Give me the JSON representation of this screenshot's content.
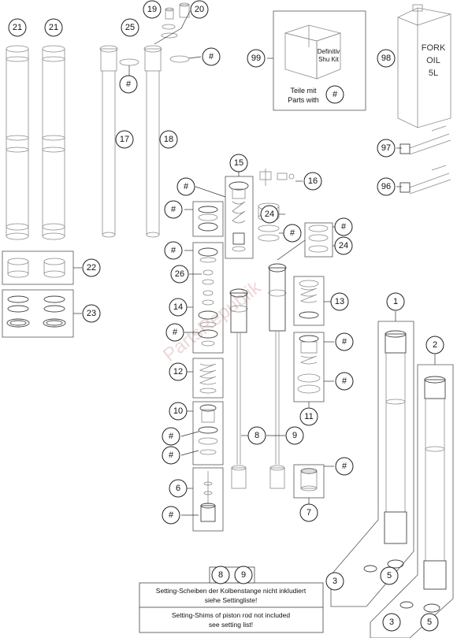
{
  "callouts": [
    "21",
    "21",
    "19",
    "20",
    "25",
    "#",
    "#",
    "#",
    "99",
    "98",
    "17",
    "18",
    "97",
    "96",
    "15",
    "16",
    "#",
    "#",
    "24",
    "#",
    "24",
    "#",
    "22",
    "26",
    "14",
    "13",
    "#",
    "#",
    "#",
    "23",
    "12",
    "1",
    "11",
    "#",
    "2",
    "10",
    "#",
    "8",
    "9",
    "#",
    "#",
    "6",
    "7",
    "#",
    "3",
    "5",
    "3",
    "5",
    "8",
    "9"
  ],
  "kit": {
    "box_label_line1": "Definitiv",
    "box_label_line2": "Shu Kit",
    "caption_line1": "Teile mit",
    "caption_line2": "Parts with",
    "hash": "#"
  },
  "oil_can": {
    "line1": "FORK",
    "line2": "OIL",
    "line3": "5L"
  },
  "watermark": "PartsRepublik",
  "note": {
    "de_line1": "Setting-Scheiben der Kolbenstange nicht inkludiert",
    "de_line2": "siehe Settingliste!",
    "en_line1": "Setting-Shims of piston rod not included",
    "en_line2": "see setting list!"
  }
}
